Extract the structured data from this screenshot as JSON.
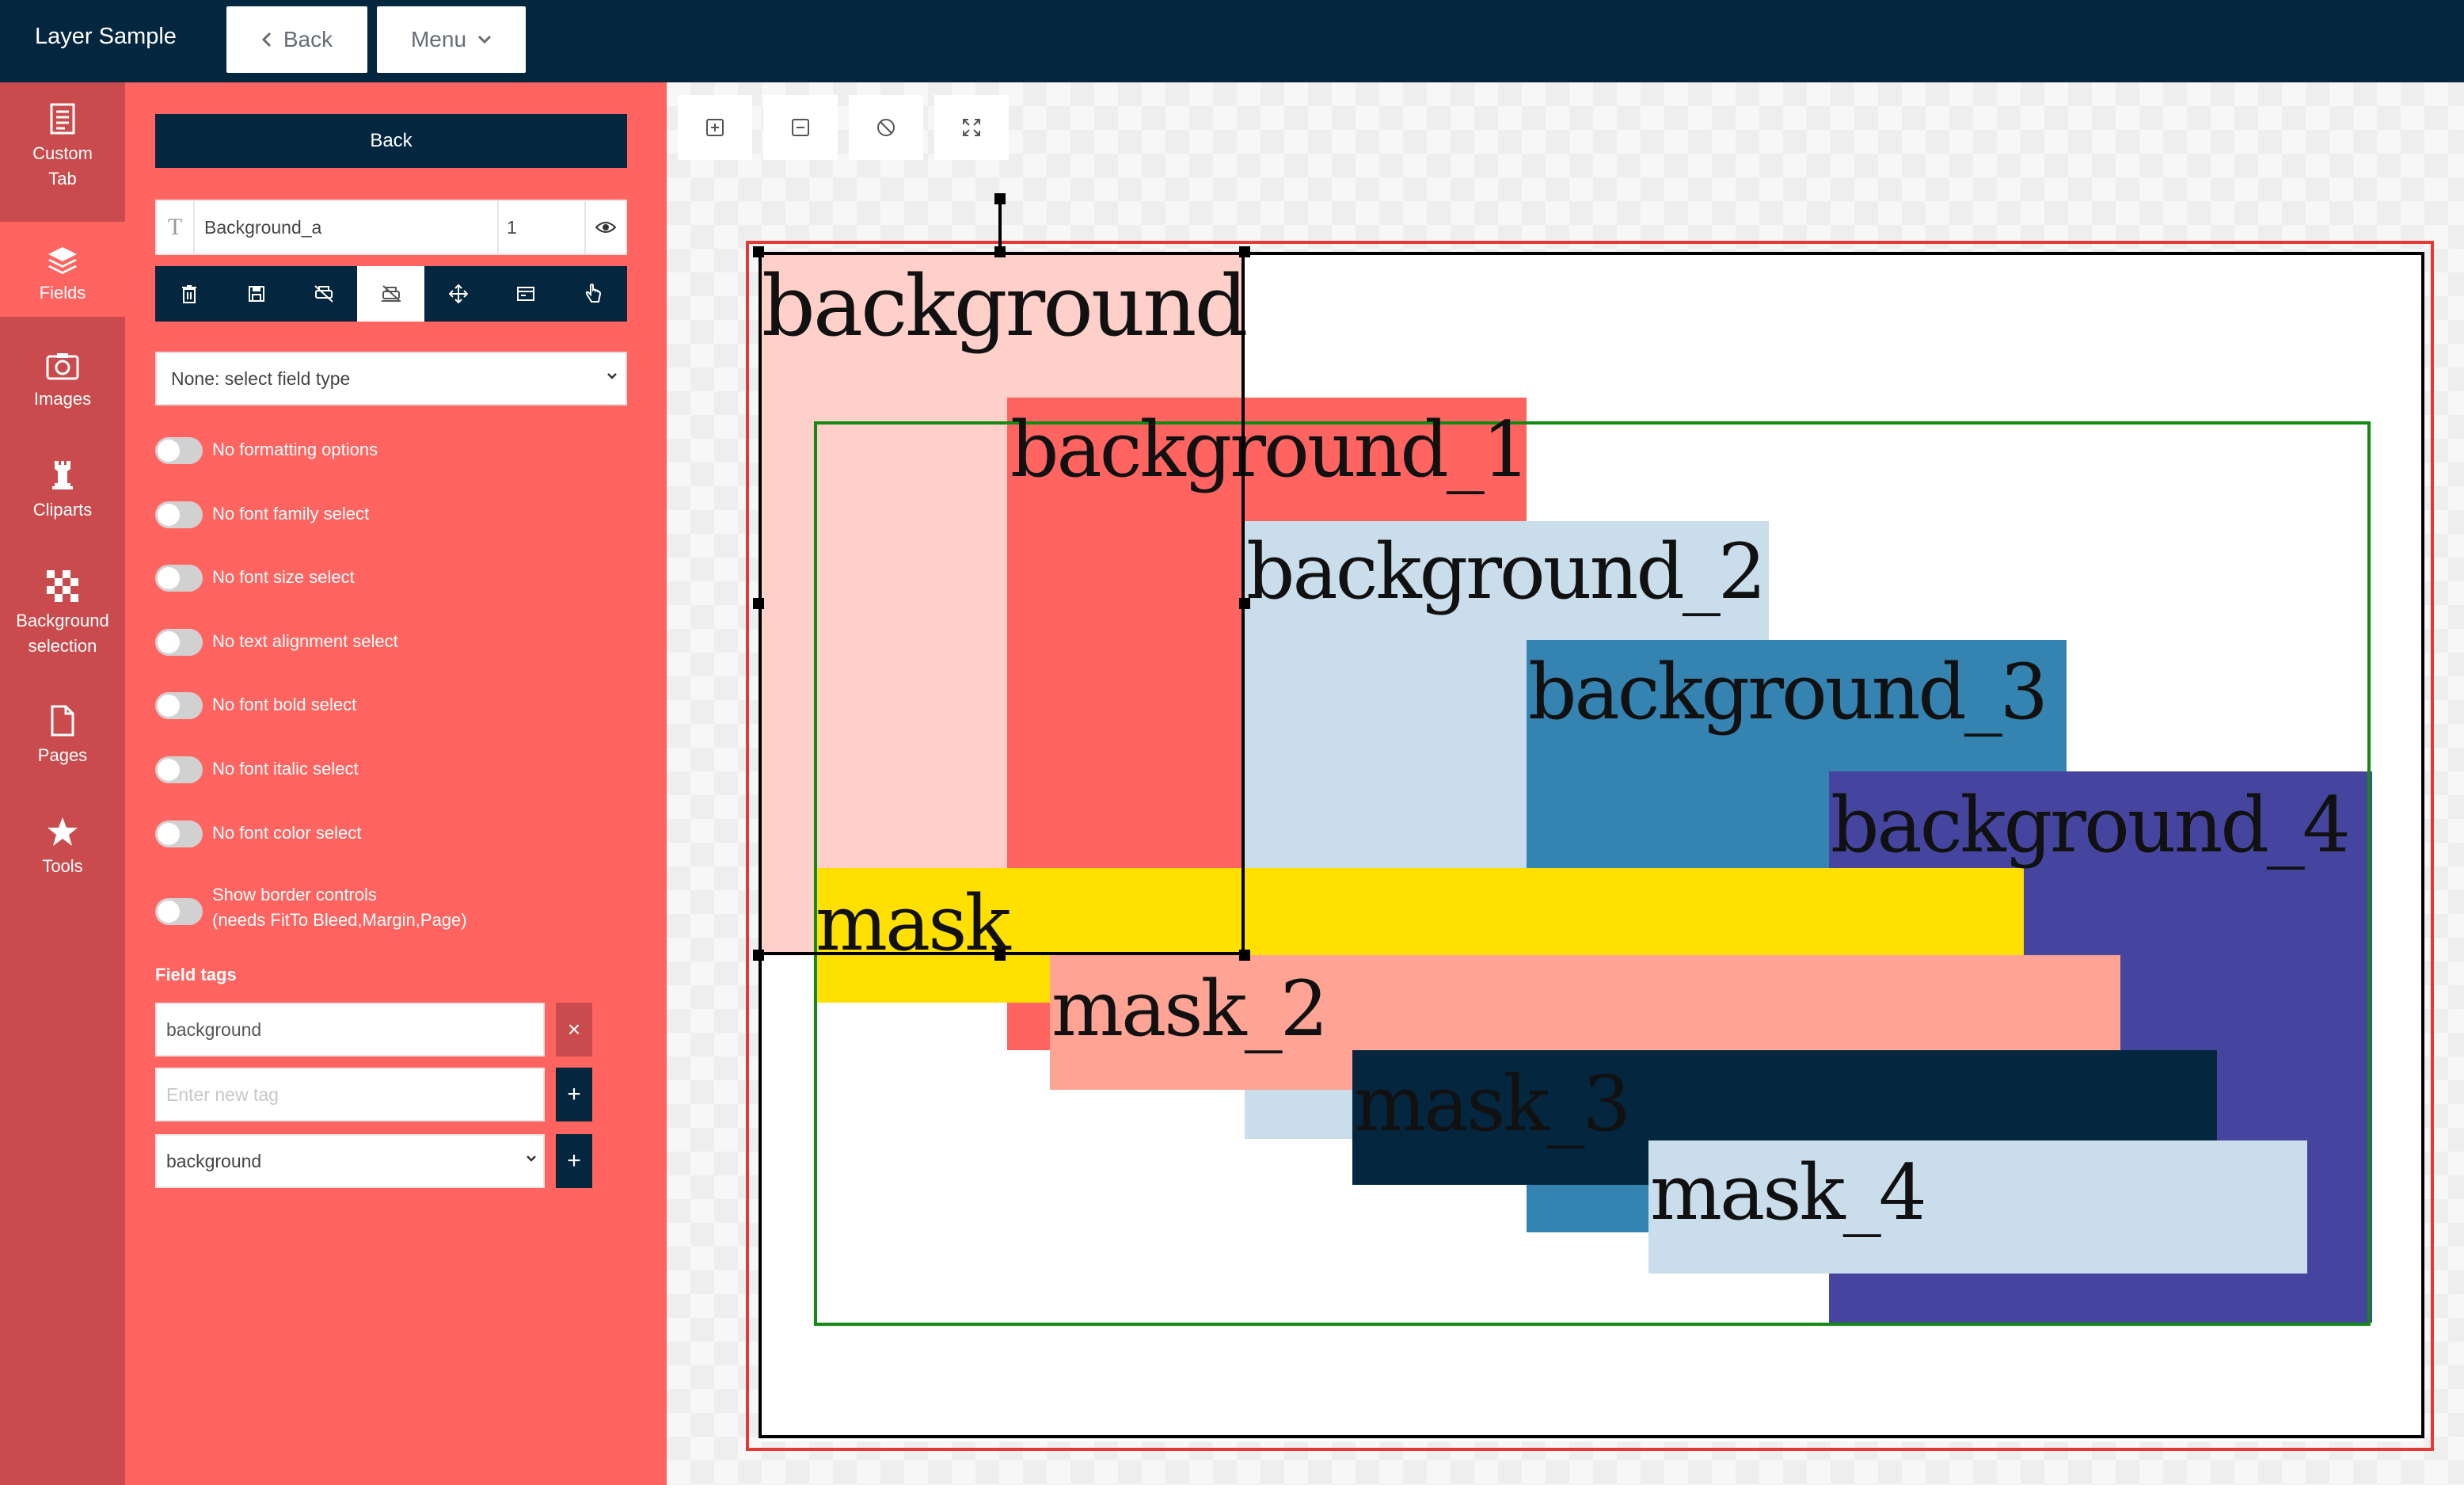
{
  "header": {
    "title": "Layer Sample",
    "back_label": "Back",
    "menu_label": "Menu"
  },
  "rail": {
    "items": [
      {
        "label": "Custom Tab",
        "icon": "custom-tab-icon"
      },
      {
        "label": "Fields",
        "icon": "layers-icon"
      },
      {
        "label": "Images",
        "icon": "image-icon"
      },
      {
        "label": "Cliparts",
        "icon": "chess-rook-icon"
      },
      {
        "label": "Background selection",
        "icon": "checkerboard-icon"
      },
      {
        "label": "Pages",
        "icon": "page-icon"
      },
      {
        "label": "Tools",
        "icon": "star-tools-icon"
      }
    ],
    "active": "Fields"
  },
  "panel": {
    "back_label": "Back",
    "field_name": "Background_a",
    "field_order": "1",
    "field_type_select": "None: select field type",
    "toolbar_icons": [
      "trash-icon",
      "save-icon",
      "no-print-icon",
      "layer-lock-icon",
      "move-icon",
      "window-icon",
      "hand-pointer-icon"
    ],
    "toggles": [
      {
        "label": "No formatting options",
        "on": false
      },
      {
        "label": "No font family select",
        "on": false
      },
      {
        "label": "No font size select",
        "on": false
      },
      {
        "label": "No text alignment select",
        "on": false
      },
      {
        "label": "No font bold select",
        "on": false
      },
      {
        "label": "No font italic select",
        "on": false
      },
      {
        "label": "No font color select",
        "on": false
      },
      {
        "label": "Show border controls",
        "sublabel": "(needs FitTo Bleed,Margin,Page)",
        "on": false
      }
    ],
    "field_tags": {
      "title": "Field tags",
      "existing_tag": "background",
      "new_tag_placeholder": "Enter new tag",
      "tag_select_value": "background",
      "remove_symbol": "×",
      "add_symbol": "+"
    }
  },
  "canvas": {
    "zoom_icons": [
      "zoom-in-icon",
      "zoom-out-icon",
      "reset-zoom-icon",
      "fit-screen-icon"
    ],
    "layers": [
      {
        "name": "background",
        "color": "#ffd0c9"
      },
      {
        "name": "background_1",
        "color": "#ff6460"
      },
      {
        "name": "background_2",
        "color": "#c9ddeb"
      },
      {
        "name": "background_3",
        "color": "#3483b0"
      },
      {
        "name": "background_4",
        "color": "#4545a0"
      },
      {
        "name": "mask",
        "color": "#ffe000"
      },
      {
        "name": "mask_2",
        "color": "#ffa394"
      },
      {
        "name": "mask_3",
        "color": "#04263f"
      },
      {
        "name": "mask_4",
        "color": "#c9ddeb"
      }
    ],
    "bleed_color": "#e53935",
    "margin_color": "#138a13"
  }
}
